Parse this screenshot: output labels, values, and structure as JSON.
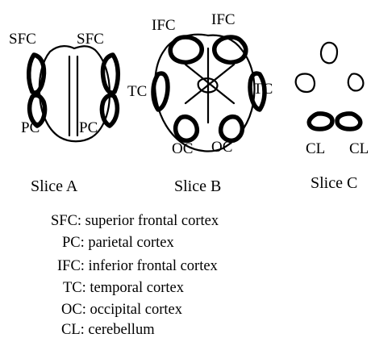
{
  "slices": [
    {
      "caption": "Slice A",
      "labels": [
        "SFC",
        "SFC",
        "PC",
        "PC"
      ]
    },
    {
      "caption": "Slice B",
      "labels": [
        "IFC",
        "IFC",
        "TC",
        "TC",
        "OC",
        "OC"
      ]
    },
    {
      "caption": "Slice C",
      "labels": [
        "CL",
        "CL"
      ]
    }
  ],
  "legend": [
    "SFC: superior frontal cortex",
    "PC: parietal cortex",
    "IFC: inferior frontal cortex",
    "TC: temporal cortex",
    "OC: occipital cortex",
    "CL: cerebellum"
  ]
}
